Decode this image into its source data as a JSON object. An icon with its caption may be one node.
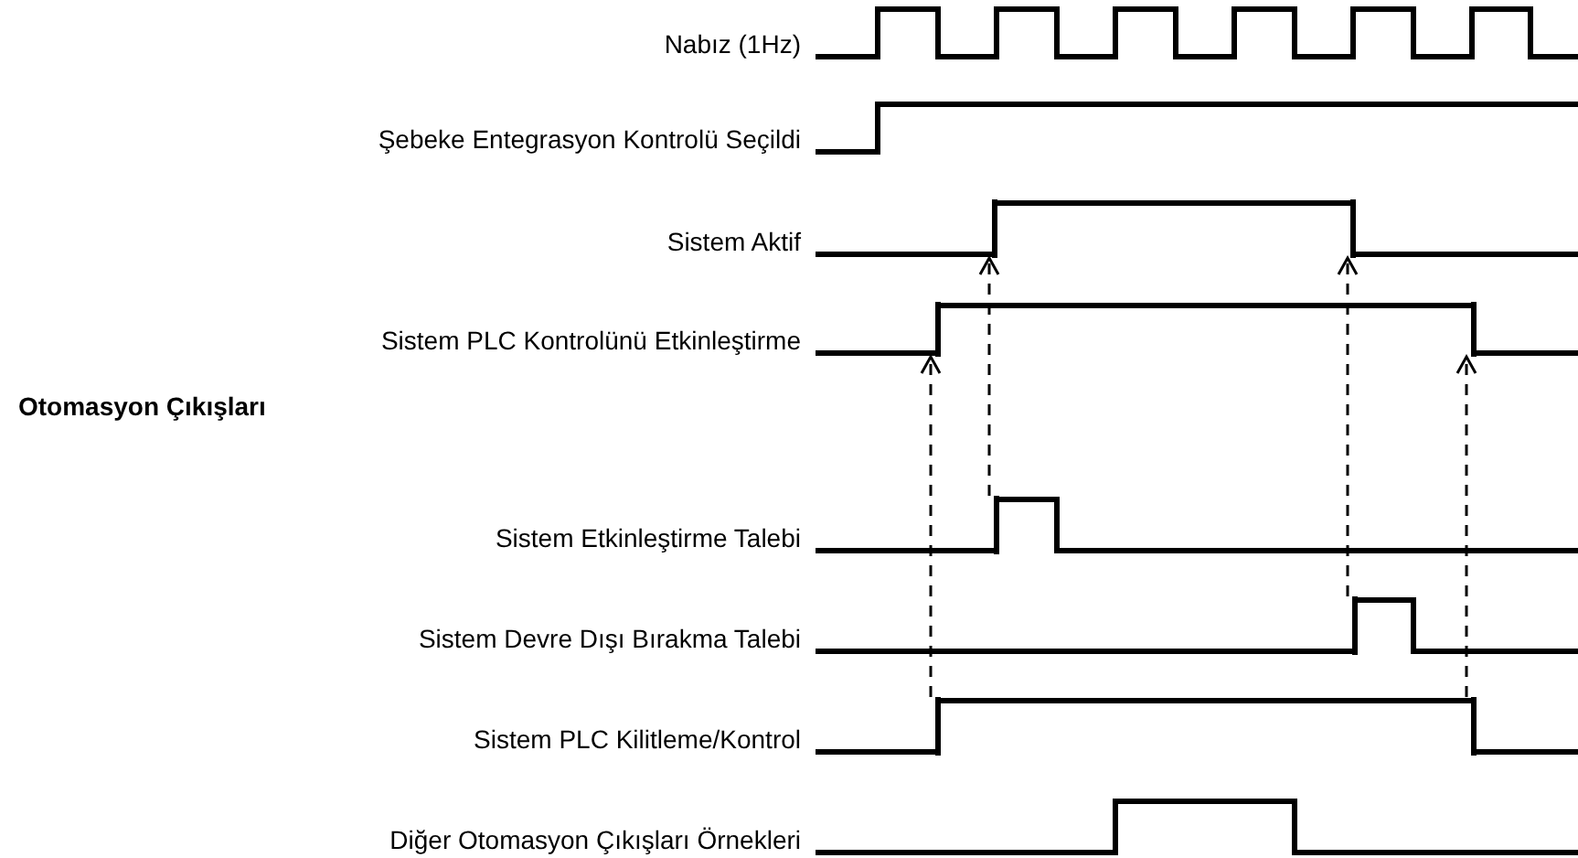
{
  "diagram": {
    "nodes": [
      {
        "text": [],
        "shape": "step"
      },
      {
        "text": [],
        "shape": "step"
      },
      {
        "text": [],
        "shape": "step"
      },
      {
        "text": [],
        "shape": "step"
      },
      {
        "text": [],
        "shape": "step"
      },
      {
        "text": [],
        "shape": "step"
      },
      {
        "text": [],
        "shape": "step"
      },
      {
        "text": [],
        "shape": "step"
      }
    ],
    "edges": [
      {
        "from": 6,
        "to": 2,
        "arrow": "to",
        "style": "dashed"
      },
      {
        "from": 4,
        "to": 0,
        "arrow": "to",
        "style": "dashed"
      },
      {
        "from": 5,
        "to": 1,
        "arrow": "to",
        "style": "dashed"
      },
      {
        "from": 7,
        "to": 3,
        "arrow": "to",
        "style": "dashed"
      }
    ],
    "labels": [
      "Nabız (1Hz)",
      "Şebeke Entegrasyon Kontrolü Seçildi",
      "Sistem Aktif",
      "Sistem PLC Kontrolünü Etkinleştirme",
      "Otomasyon Çıkışları",
      "Sistem Etkinleştirme Talebi",
      "Sistem Devre Dışı Bırakma Talebi",
      "Sistem PLC Kilitleme/Kontrol",
      "Diğer Otomasyon Çıkışları Örnekleri"
    ]
  }
}
